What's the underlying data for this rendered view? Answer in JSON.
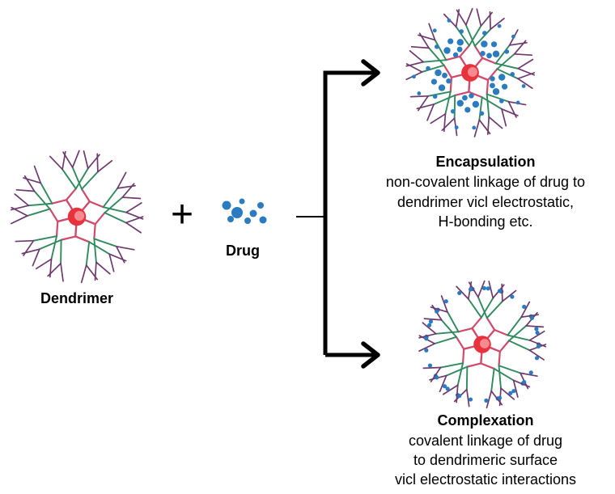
{
  "dendrimer_label": "Dendrimer",
  "drug_label": "Drug",
  "operator": "+",
  "outcomes": [
    {
      "title": "Encapsulation",
      "lines": [
        "non-covalent linkage of drug to",
        "dendrimer vicl electrostatic,",
        "H-bonding etc."
      ]
    },
    {
      "title": "Complexation",
      "lines": [
        "covalent linkage of drug",
        "to dendrimeric surface",
        "vicl electrostatic interactions"
      ]
    }
  ],
  "colors": {
    "core": "#e8323c",
    "inner_branch": "#d04a6c",
    "middle_branch": "#2f8a5c",
    "outer_branch": "#6e3a6e",
    "drug": "#2a7bc0",
    "arrow": "#000000"
  }
}
